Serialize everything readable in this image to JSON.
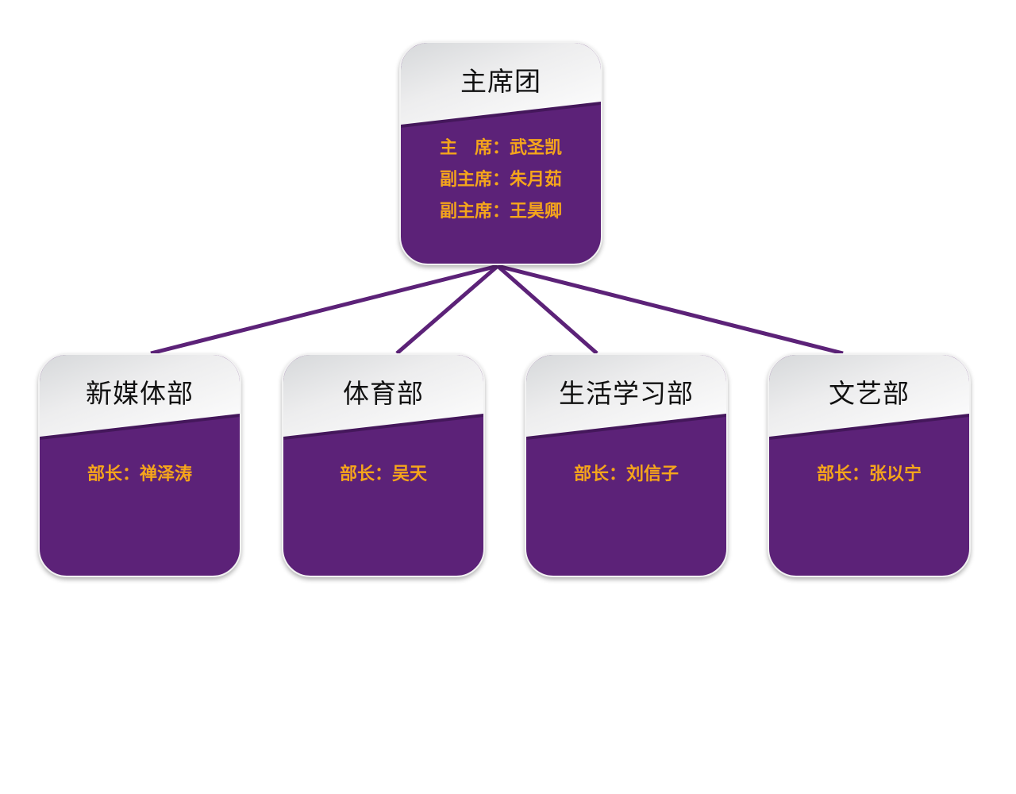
{
  "diagram": {
    "line_color": "#5c2278",
    "card_color": "#5c2278",
    "member_text_color": "#f5a51b",
    "root": {
      "title": "主席团",
      "members": [
        "主　席：武圣凯",
        "副主席：朱月茹",
        "副主席：王昊卿"
      ]
    },
    "departments": [
      {
        "title": "新媒体部",
        "members": [
          "部长：禅泽涛"
        ]
      },
      {
        "title": "体育部",
        "members": [
          "部长：吴天"
        ]
      },
      {
        "title": "生活学习部",
        "members": [
          "部长：刘信子"
        ]
      },
      {
        "title": "文艺部",
        "members": [
          "部长：张以宁"
        ]
      }
    ]
  }
}
